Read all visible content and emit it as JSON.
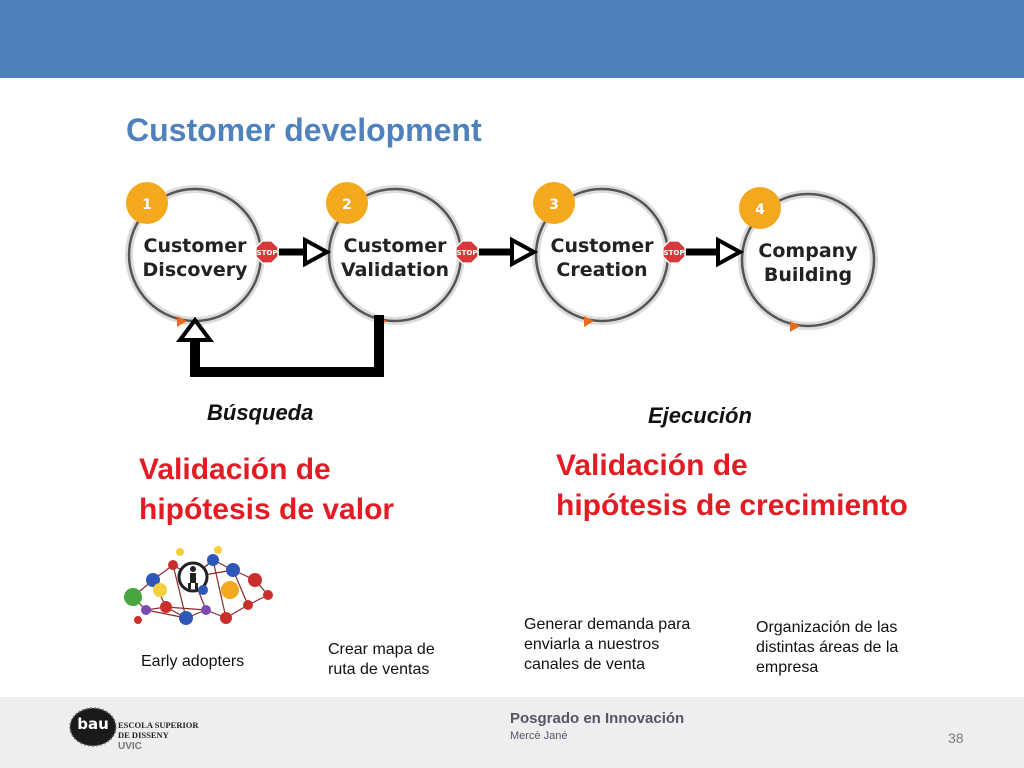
{
  "slide": {
    "title": "Customer development",
    "colors": {
      "top_bar": "#4f81bd",
      "title": "#4f81bd",
      "accent_red": "#e31b23",
      "step_badge": "#f4a81d",
      "stop_sign": "#d9383a",
      "footer_bg": "#eeeeee"
    }
  },
  "diagram": {
    "steps": [
      {
        "number": "1",
        "line1": "Customer",
        "line2": "Discovery"
      },
      {
        "number": "2",
        "line1": "Customer",
        "line2": "Validation"
      },
      {
        "number": "3",
        "line1": "Customer",
        "line2": "Creation"
      },
      {
        "number": "4",
        "line1": "Company",
        "line2": "Building"
      }
    ],
    "stop_label": "STOP"
  },
  "phases": {
    "search": "Búsqueda",
    "execution": "Ejecución"
  },
  "hypotheses": {
    "value": {
      "line1": "Validación de",
      "line2": "hipótesis de valor"
    },
    "growth": {
      "line1": "Validación de",
      "line2": "hipótesis de crecimiento"
    }
  },
  "notes": {
    "early_adopters": "Early adopters",
    "sales_roadmap": {
      "line1": "Crear mapa de",
      "line2": "ruta de ventas"
    },
    "demand": {
      "line1": "Generar demanda para",
      "line2": "enviarla a nuestros",
      "line3": "canales de venta"
    },
    "organization": {
      "line1": "Organización de las",
      "line2": "distintas áreas de la",
      "line3": "empresa"
    }
  },
  "footer": {
    "program": "Posgrado en  Innovación",
    "author": "Mercè Jané",
    "page": "38",
    "logo_text": "bau",
    "school_line1": "ESCOLA SUPERIOR",
    "school_line2": "DE DISSENY",
    "uvic": "UVIC"
  }
}
